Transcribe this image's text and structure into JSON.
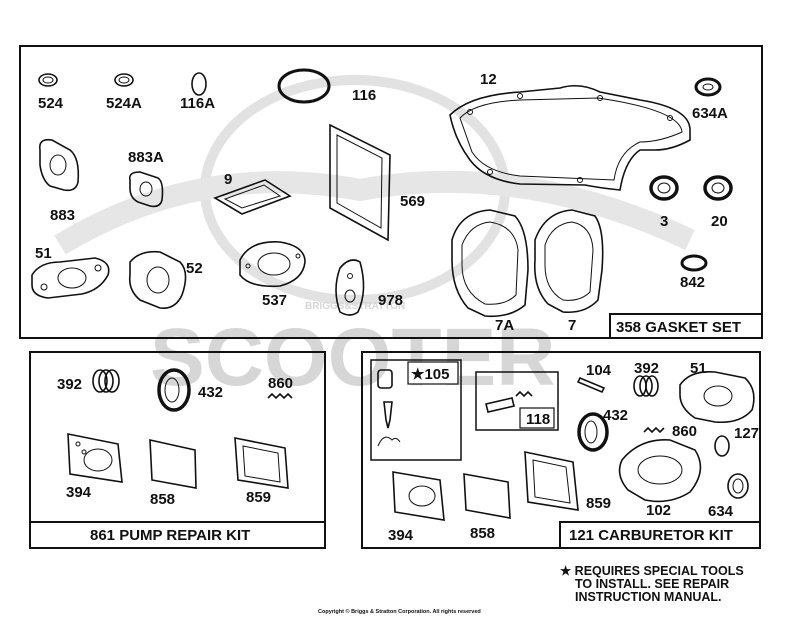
{
  "colors": {
    "ink": "#111111",
    "watermark": "#d6d6d6",
    "background": "#ffffff"
  },
  "watermark": {
    "text": "SCOOTER",
    "small_text": "BRIGGS&STRATTON"
  },
  "gasket_set": {
    "title": "358 GASKET SET",
    "parts": [
      "524",
      "524A",
      "116A",
      "116",
      "12",
      "634A",
      "883A",
      "9",
      "569",
      "883",
      "3",
      "20",
      "51",
      "52",
      "537",
      "978",
      "842",
      "7A",
      "7"
    ]
  },
  "pump_kit": {
    "title": "861 PUMP REPAIR KIT",
    "parts": [
      "392",
      "432",
      "860",
      "394",
      "858",
      "859"
    ]
  },
  "carb_kit": {
    "title": "121 CARBURETOR KIT",
    "sub_105": "★105",
    "sub_118": "118",
    "parts": [
      "104",
      "392",
      "51",
      "432",
      "860",
      "127",
      "102",
      "634",
      "394",
      "858",
      "859"
    ]
  },
  "note": {
    "line1": "★ REQUIRES SPECIAL TOOLS",
    "line2": "TO INSTALL.  SEE REPAIR",
    "line3": "INSTRUCTION MANUAL."
  },
  "copyright": "Copyright © Briggs & Stratton Corporation. All rights reserved"
}
